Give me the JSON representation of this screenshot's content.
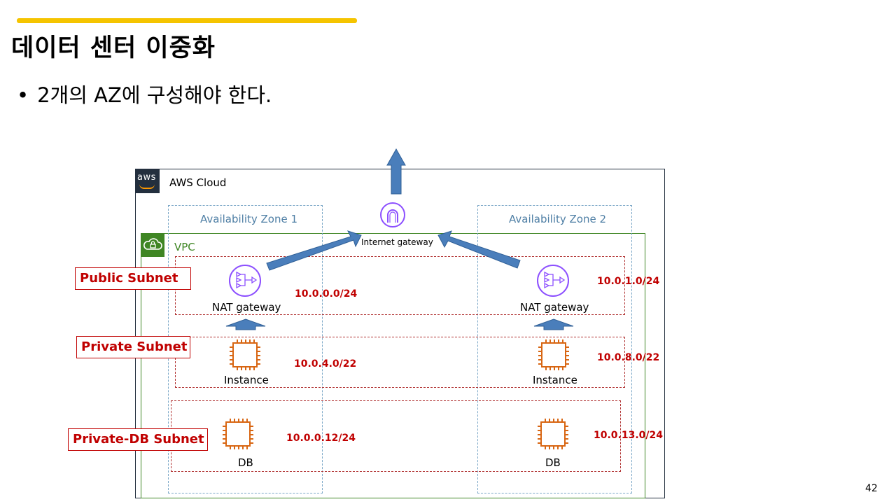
{
  "slide": {
    "title": "데이터 센터 이중화",
    "bullet": "2개의 AZ에 구성해야 한다.",
    "page_number": "42"
  },
  "diagram": {
    "cloud_label": "AWS Cloud",
    "aws_logo_text": "aws",
    "vpc_label": "VPC",
    "internet_gateway": "Internet gateway",
    "zones": [
      {
        "label": "Availability Zone 1"
      },
      {
        "label": "Availability Zone 2"
      }
    ],
    "subnets": {
      "public": "Public Subnet",
      "private": "Private Subnet",
      "private_db": "Private-DB Subnet"
    },
    "nodes": {
      "nat1": "NAT gateway",
      "nat2": "NAT gateway",
      "instance1": "Instance",
      "instance2": "Instance",
      "db1": "DB",
      "db2": "DB"
    },
    "cidrs": {
      "public_az1": "10.0.0.0/24",
      "public_az2": "10.0.1.0/24",
      "private_az1": "10.0.4.0/22",
      "private_az2": "10.0.8.0/22",
      "db_az1": "10.0.0.12/24",
      "db_az2": "10.0.13.0/24"
    },
    "colors": {
      "accent_bar": "#f5c400",
      "arrow_fill": "#4a7ebb",
      "subnet_red": "#c00000",
      "vpc_green": "#3f8624",
      "az_blue": "#7aa7c7",
      "nat_purple": "#8c4fff",
      "ec2_orange": "#d86613"
    }
  }
}
